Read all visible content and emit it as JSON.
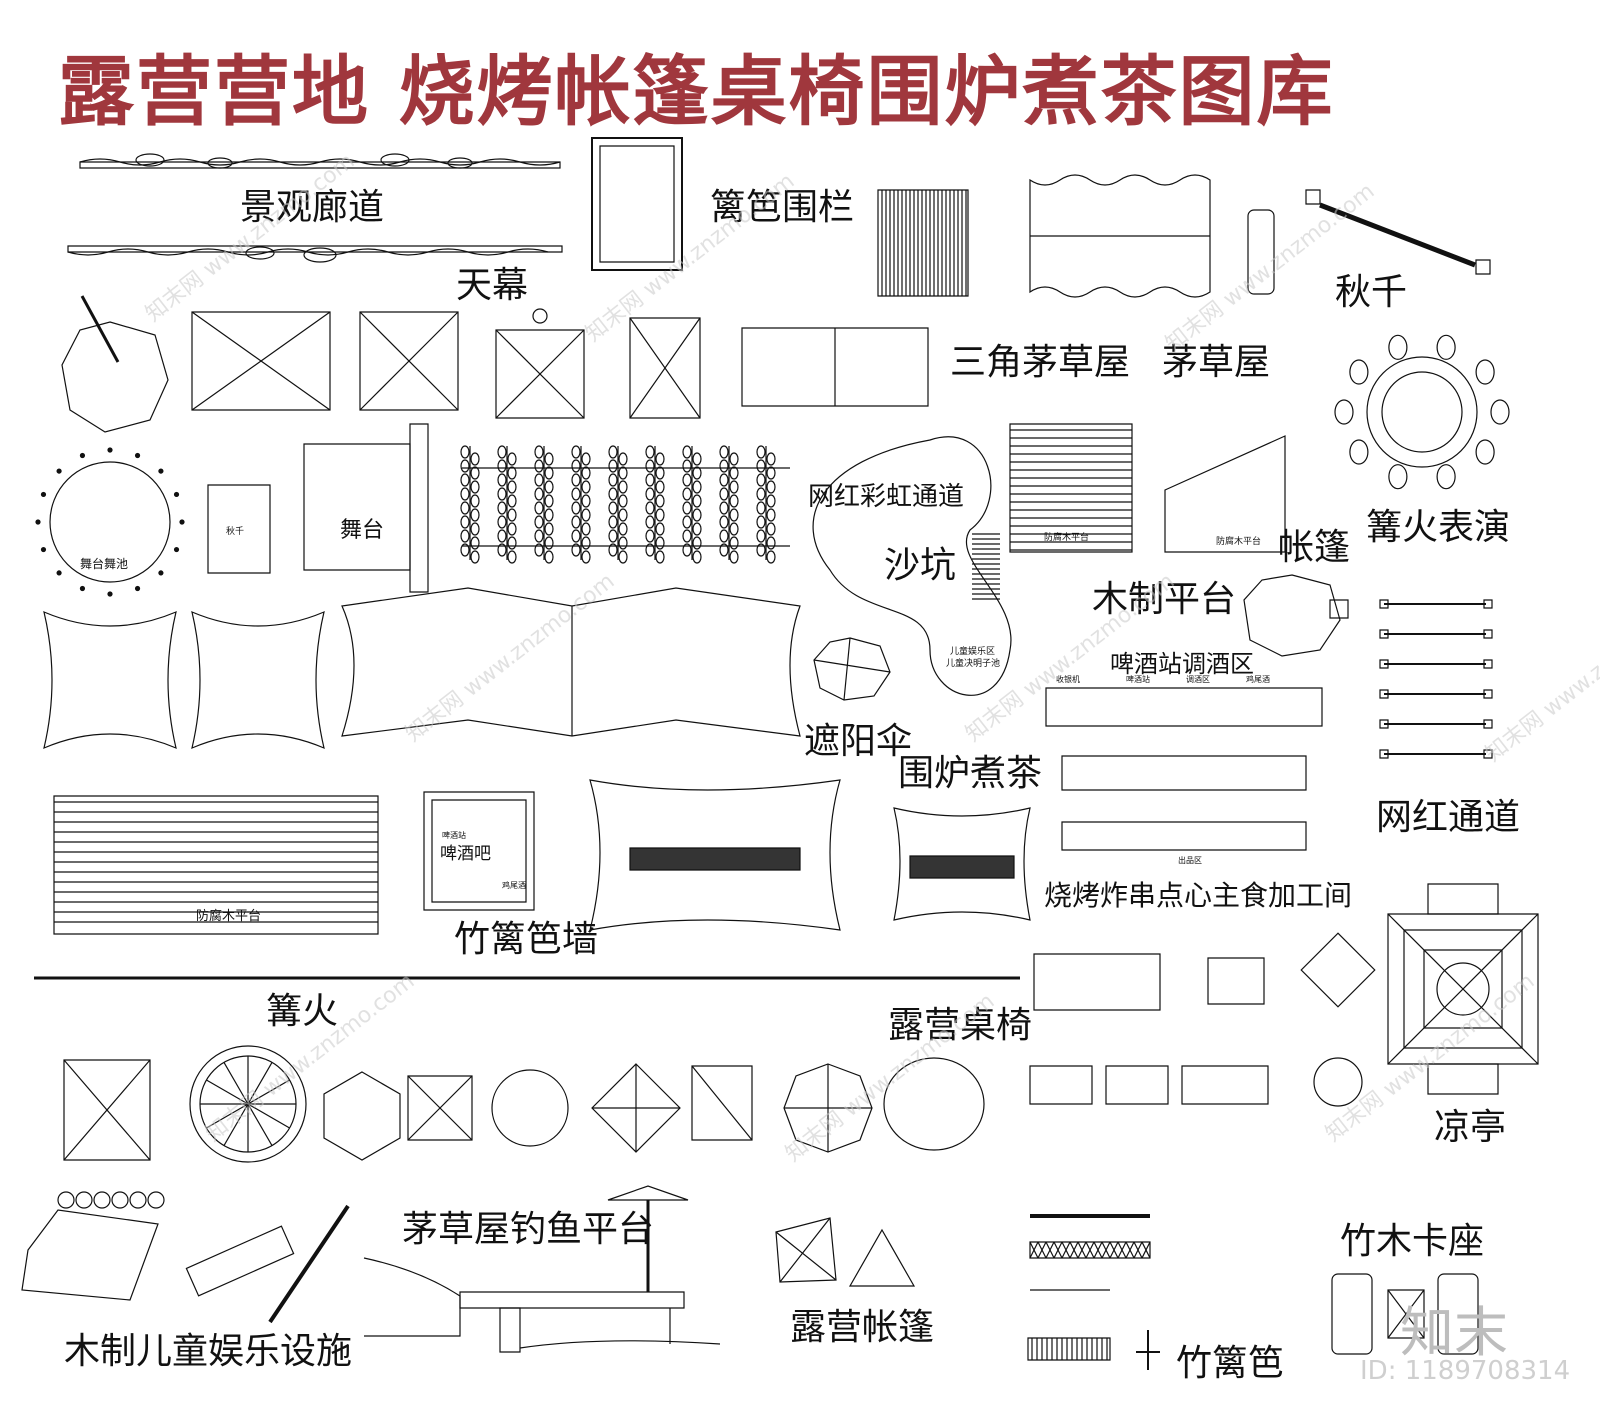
{
  "title": "露营营地  烧烤帐篷桌椅围炉煮茶图库",
  "colors": {
    "title": "#a0373d",
    "line": "#111111",
    "watermark": "#c9c9c9"
  },
  "labels": {
    "corridor": "景观廊道",
    "fence": "篱笆围栏",
    "canopy": "天幕",
    "swing": "秋千",
    "triangle_hut": "三角茅草屋",
    "thatch_hut": "茅草屋",
    "stage_pool": "舞台舞池",
    "swing_small": "秋千",
    "stage": "舞台",
    "rainbow_path": "网红彩虹通道",
    "sandpit": "沙坑",
    "wood_deck_a": "防腐木平台",
    "wood_deck_b": "防腐木平台",
    "tent": "帐篷",
    "bonfire_show": "篝火表演",
    "wood_platform": "木制平台",
    "kids_area_1": "儿童娱乐区",
    "kids_area_2": "儿童决明子池",
    "beer_bar_area": "啤酒站调酒区",
    "bar_sub_1": "收银机",
    "bar_sub_2": "啤酒站",
    "bar_sub_3": "调酒区",
    "bar_sub_4": "鸡尾酒",
    "parasol": "遮阳伞",
    "tea_stove": "围炉煮茶",
    "net_path": "网红通道",
    "wood_deck_c": "防腐木平台",
    "beer_bar": "啤酒吧",
    "beer_bar_sub_1": "啤酒站",
    "beer_bar_sub_2": "鸡尾酒",
    "bamboo_wall": "竹篱笆墙",
    "bbq_kitchen": "烧烤炸串点心主食加工间",
    "kitchen_sub": "出品区",
    "bonfire": "篝火",
    "camp_furniture": "露营桌椅",
    "pavilion": "凉亭",
    "kids_facility": "木制儿童娱乐设施",
    "fishing_platform": "茅草屋钓鱼平台",
    "camp_tent": "露营帐篷",
    "bamboo_booth": "竹木卡座",
    "bamboo_fence": "竹篱笆"
  },
  "watermark_text": "知末网 www.znzmo.com",
  "logo_text": "知末",
  "id_text": "ID: 1189708314"
}
